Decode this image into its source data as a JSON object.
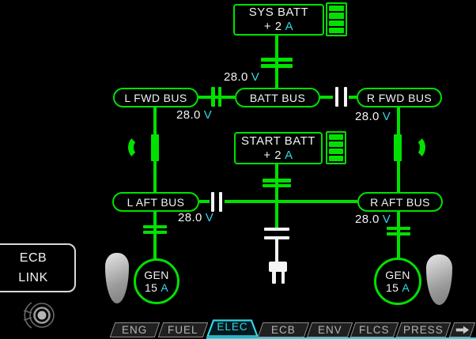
{
  "colors": {
    "green": "#00e100",
    "cyan": "#35d5e5",
    "white": "#f2f2f2",
    "tab_gray": "#b5b5b5"
  },
  "sys_batt": {
    "label": "SYS BATT",
    "value": "+ 2",
    "unit": "A"
  },
  "start_batt": {
    "label": "START BATT",
    "value": "+ 2",
    "unit": "A"
  },
  "buses": {
    "batt": {
      "label": "BATT BUS",
      "voltage": "28.0",
      "volt_unit": "V"
    },
    "l_fwd": {
      "label": "L FWD BUS",
      "voltage": "28.0",
      "volt_unit": "V"
    },
    "r_fwd": {
      "label": "R FWD BUS",
      "voltage": "28.0",
      "volt_unit": "V"
    },
    "l_aft": {
      "label": "L AFT BUS",
      "voltage": "28.0",
      "volt_unit": "V"
    },
    "r_aft": {
      "label": "R AFT BUS",
      "voltage": "28.0",
      "volt_unit": "V"
    }
  },
  "generators": {
    "left": {
      "label": "GEN",
      "value": "15",
      "unit": "A"
    },
    "right": {
      "label": "GEN",
      "value": "15",
      "unit": "A"
    }
  },
  "ecb_link": {
    "line1": "ECB",
    "line2": "LINK"
  },
  "tabs": {
    "items": [
      {
        "label": "ENG",
        "selected": false
      },
      {
        "label": "FUEL",
        "selected": false
      },
      {
        "label": "ELEC",
        "selected": true
      },
      {
        "label": "ECB",
        "selected": false
      },
      {
        "label": "ENV",
        "selected": false
      },
      {
        "label": "FLCS",
        "selected": false
      },
      {
        "label": "PRESS",
        "selected": false
      }
    ]
  },
  "icons": {
    "battery": "battery-charge-icon",
    "external_power": "external-power-plug-icon",
    "joystick": "joystick-knob-icon",
    "next_tabs": "right-arrow-icon",
    "gen_blade": "blade-icon"
  }
}
